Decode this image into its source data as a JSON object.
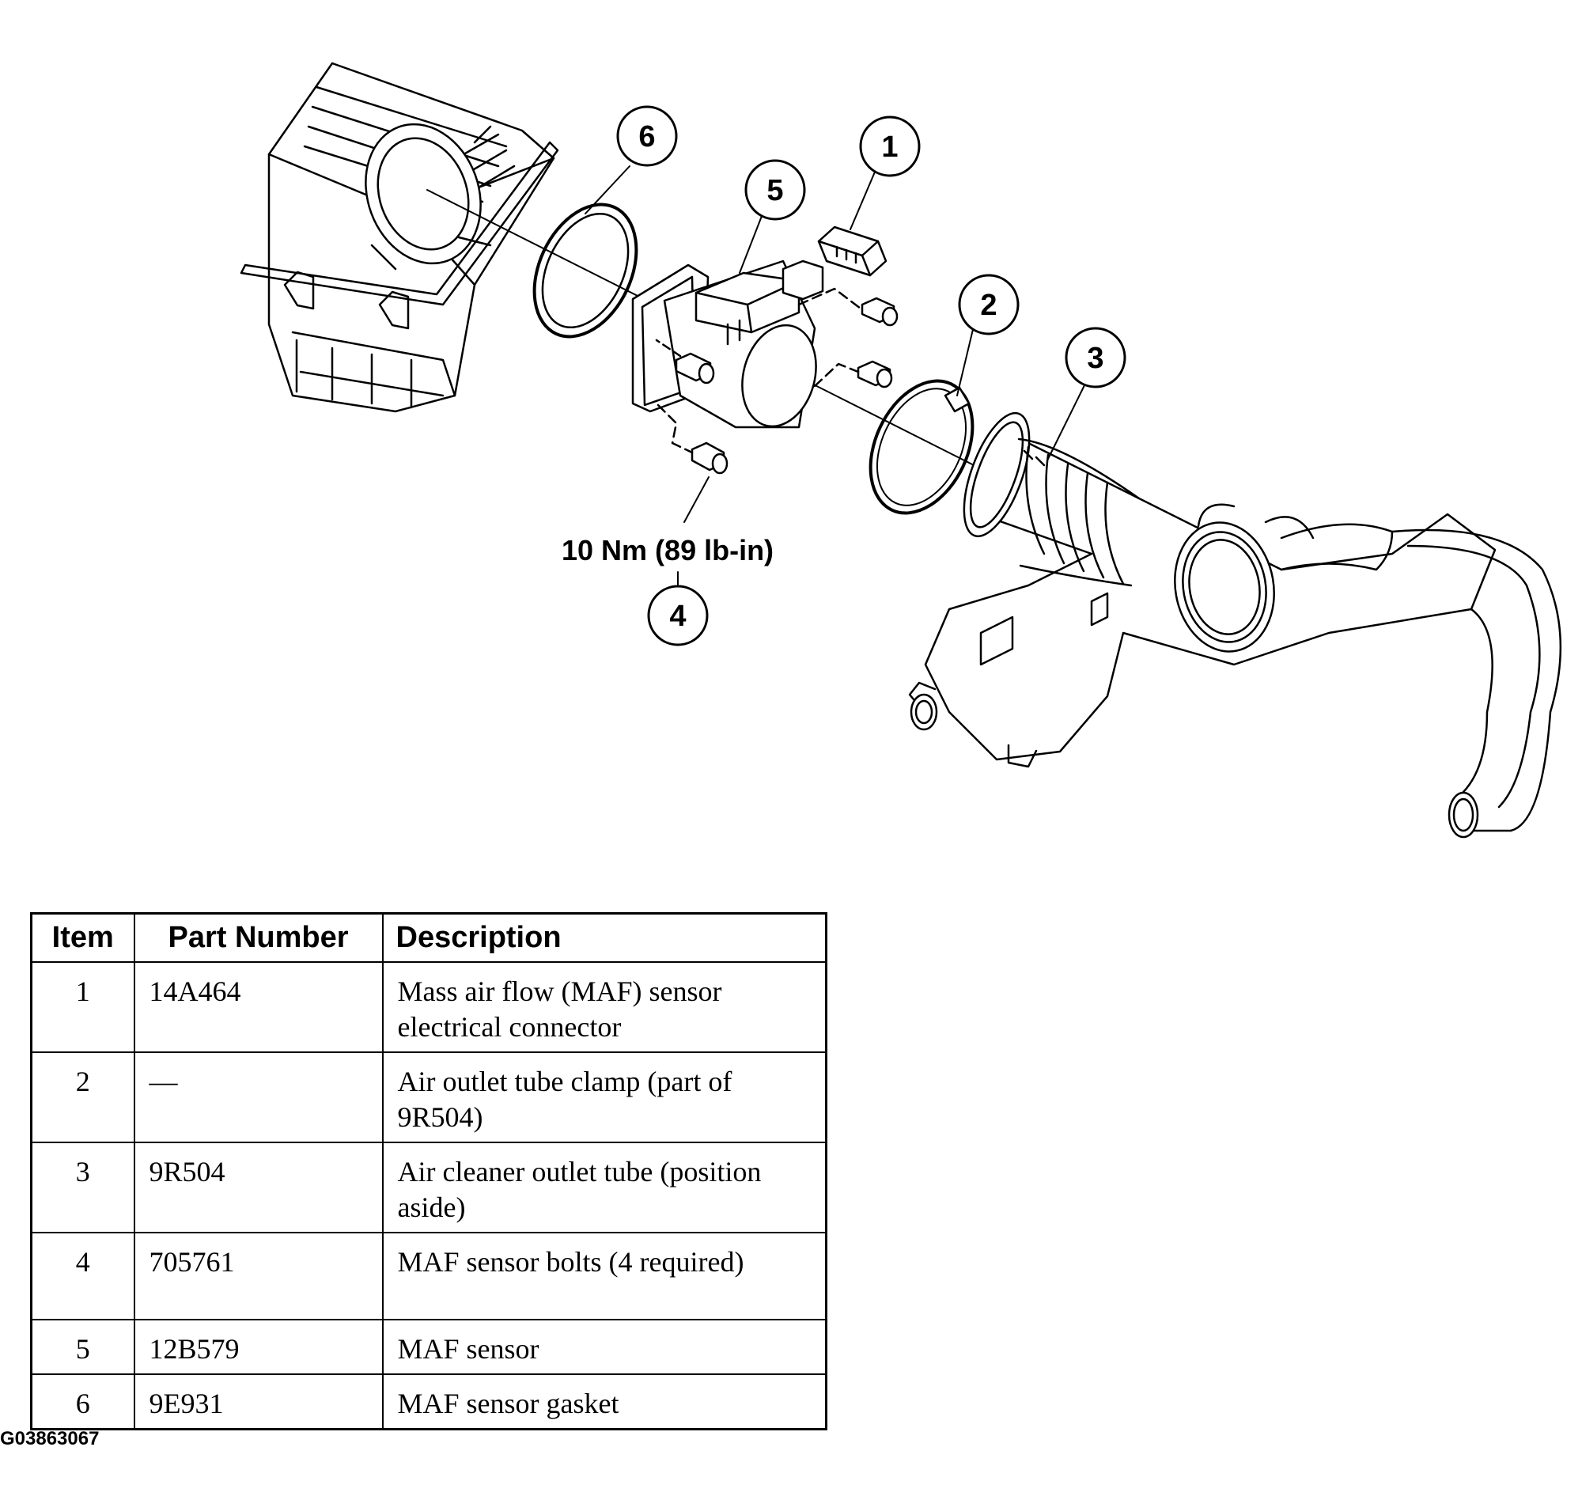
{
  "callouts": {
    "c1": "1",
    "c2": "2",
    "c3": "3",
    "c4": "4",
    "c5": "5",
    "c6": "6"
  },
  "torque_spec": "10 Nm (89 lb-in)",
  "table": {
    "headers": {
      "item": "Item",
      "part_number": "Part Number",
      "description": "Description"
    },
    "rows": [
      {
        "item": "1",
        "part_number": "14A464",
        "description": "Mass air flow (MAF) sensor electrical connector"
      },
      {
        "item": "2",
        "part_number": "—",
        "description": "Air outlet tube clamp (part of 9R504)"
      },
      {
        "item": "3",
        "part_number": "9R504",
        "description": "Air cleaner outlet tube (position aside)"
      },
      {
        "item": "4",
        "part_number": "705761",
        "description": "MAF sensor bolts (4 required)"
      },
      {
        "item": "5",
        "part_number": "12B579",
        "description": "MAF sensor"
      },
      {
        "item": "6",
        "part_number": "9E931",
        "description": "MAF sensor gasket"
      }
    ]
  },
  "figure_id": "G03863067"
}
